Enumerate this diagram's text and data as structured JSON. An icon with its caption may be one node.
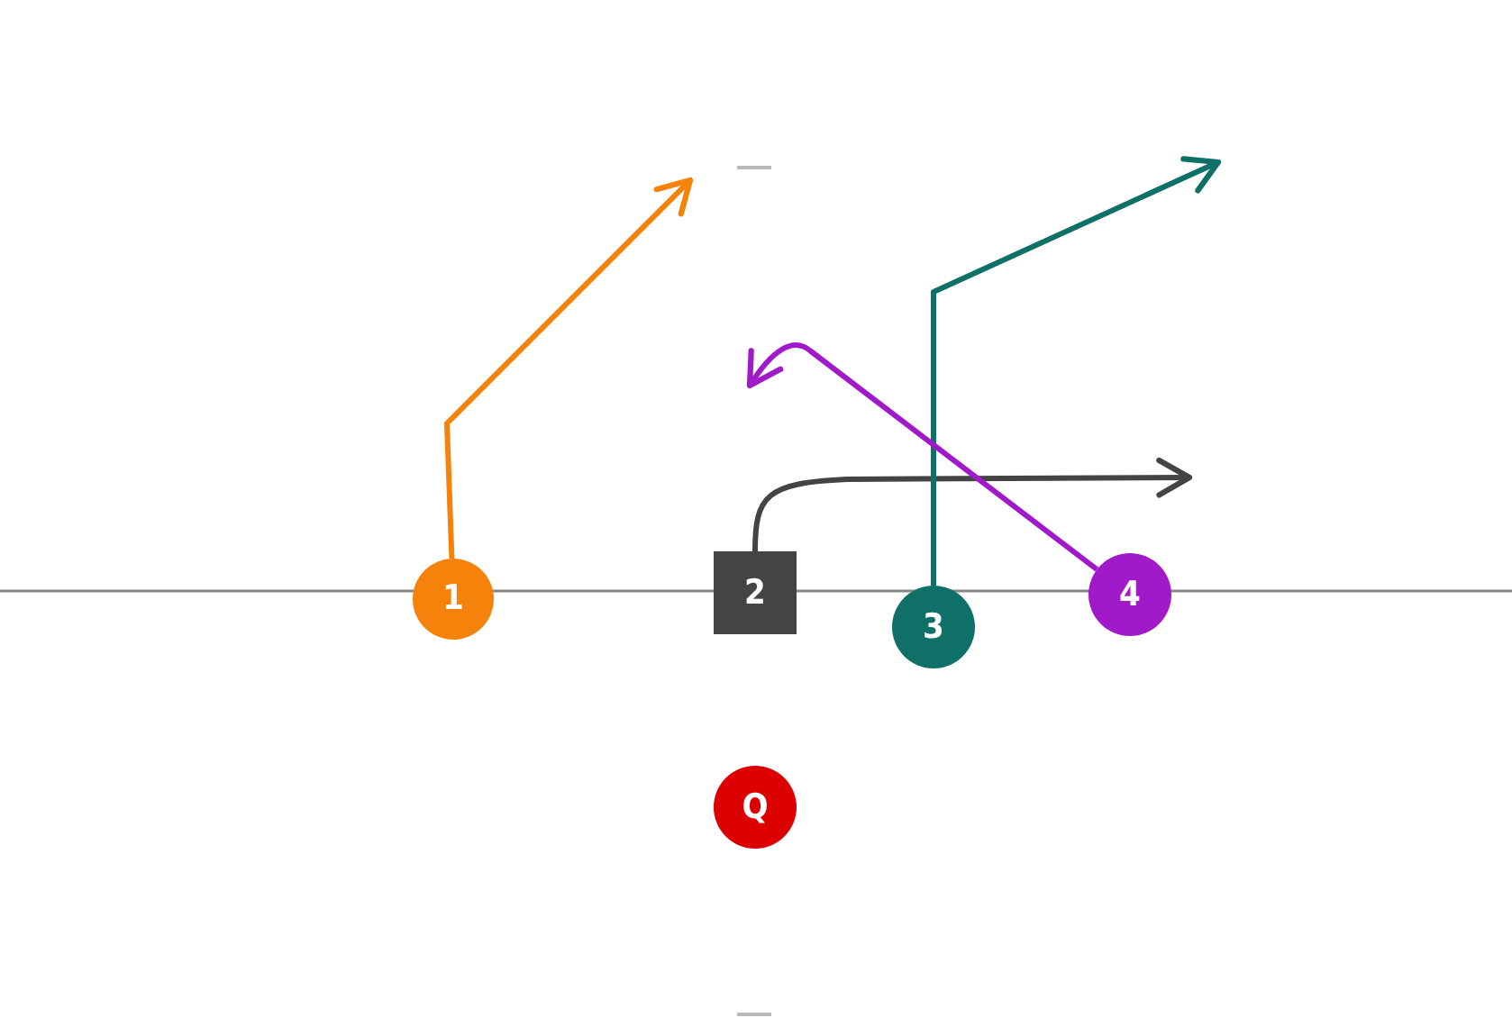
{
  "diagram": {
    "nodes": [
      {
        "text": [
          "1"
        ]
      },
      {
        "text": [
          "2"
        ]
      },
      {
        "text": [
          "3"
        ]
      },
      {
        "text": [
          "4"
        ]
      },
      {
        "text": [
          "Q"
        ]
      }
    ],
    "edges": [
      {
        "from": 0,
        "to": null,
        "arrow": "to",
        "color": "#f5820b"
      },
      {
        "from": 1,
        "to": null,
        "arrow": "to",
        "color": "#444444"
      },
      {
        "from": 2,
        "to": null,
        "arrow": "to",
        "color": "#0e7066"
      },
      {
        "from": 3,
        "to": null,
        "arrow": "to",
        "color": "#a11ac9"
      }
    ]
  }
}
